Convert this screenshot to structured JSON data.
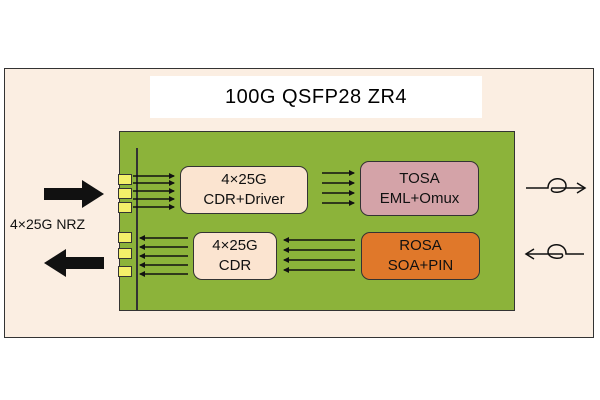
{
  "title": "100G QSFP28 ZR4",
  "side_label": "4×25G NRZ",
  "blocks": {
    "cdr_driver": {
      "line1": "4×25G",
      "line2": "CDR+Driver"
    },
    "cdr": {
      "line1": "4×25G",
      "line2": "CDR"
    },
    "tosa": {
      "line1": "TOSA",
      "line2": "EML+Omux"
    },
    "rosa": {
      "line1": "ROSA",
      "line2": "SOA+PIN"
    }
  },
  "colors": {
    "frame_bg": "#fbeee2",
    "pcb": "#8cb33a",
    "pad": "#f4f06a",
    "cdr_block": "#fbe4d0",
    "tosa": "#d4a3a8",
    "rosa": "#e0782a"
  },
  "icons": [
    "fiber-loop-icon",
    "big-arrow-icon"
  ]
}
